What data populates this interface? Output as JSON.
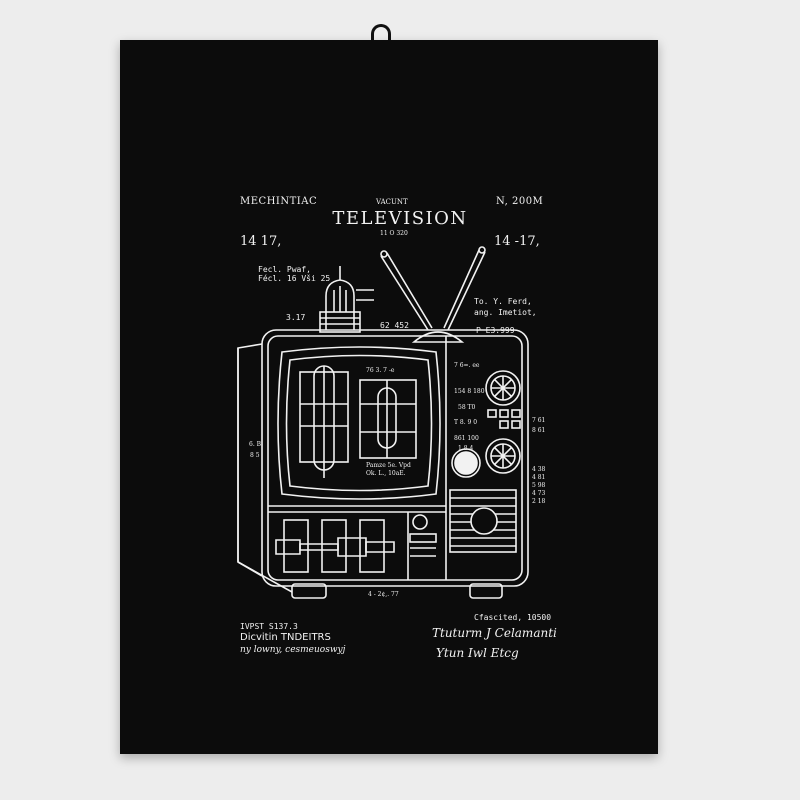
{
  "header": {
    "left_label": "MECHINTIAC",
    "center_label": "VACUNT",
    "right_label": "N, 200M",
    "title": "TELEVISION",
    "subtitle": "11 O 320",
    "left_number": "14 17,",
    "right_number": "14 -17,"
  },
  "annotations": {
    "tube_label_1": "Fecl. Pwaf,",
    "tube_label_2": "Fécl. 16  Vši 25",
    "tube_num": "3.17",
    "mid_num": "62 452",
    "right_label_1": "To. Y. Ferd,",
    "right_label_2": "ang. Imetiot,",
    "right_num": "P E3.999",
    "screen_num": "76 3. 7 -e",
    "screen_caption_1": "Pamze 5e. Vpd",
    "screen_caption_2": "Ok. L.,  10aE.",
    "panel_1": "7 6=. ee",
    "panel_2": "154 8 180",
    "panel_3": "58 T0",
    "panel_4": "T 8. 9 0",
    "panel_5": "861 100",
    "panel_6": "1.8.4",
    "side_left_1": "6. B",
    "side_left_2": "8 5",
    "side_right_1": "7 61",
    "side_right_2": "8 61",
    "side_right_3": "4 38",
    "side_right_4": "4 81",
    "side_right_5": "5 98",
    "side_right_6": "4 73",
    "side_right_7": "2 18",
    "base_dim": "4 - 2¢,.    77",
    "base_note": "Cfascited, 10500"
  },
  "footer": {
    "left_line_1": "IVPST  S137.3",
    "left_line_2": "Dicvitin  TNDEITRS",
    "left_line_3": "ny lowny, cesmeuoswyj",
    "signature_1": "Ttuturm J Celamanti",
    "signature_2": "Ytun  Iwl Etcg"
  },
  "colors": {
    "towel": "#0c0c0c",
    "ink": "#f2f2f2",
    "background": "#ededed"
  }
}
